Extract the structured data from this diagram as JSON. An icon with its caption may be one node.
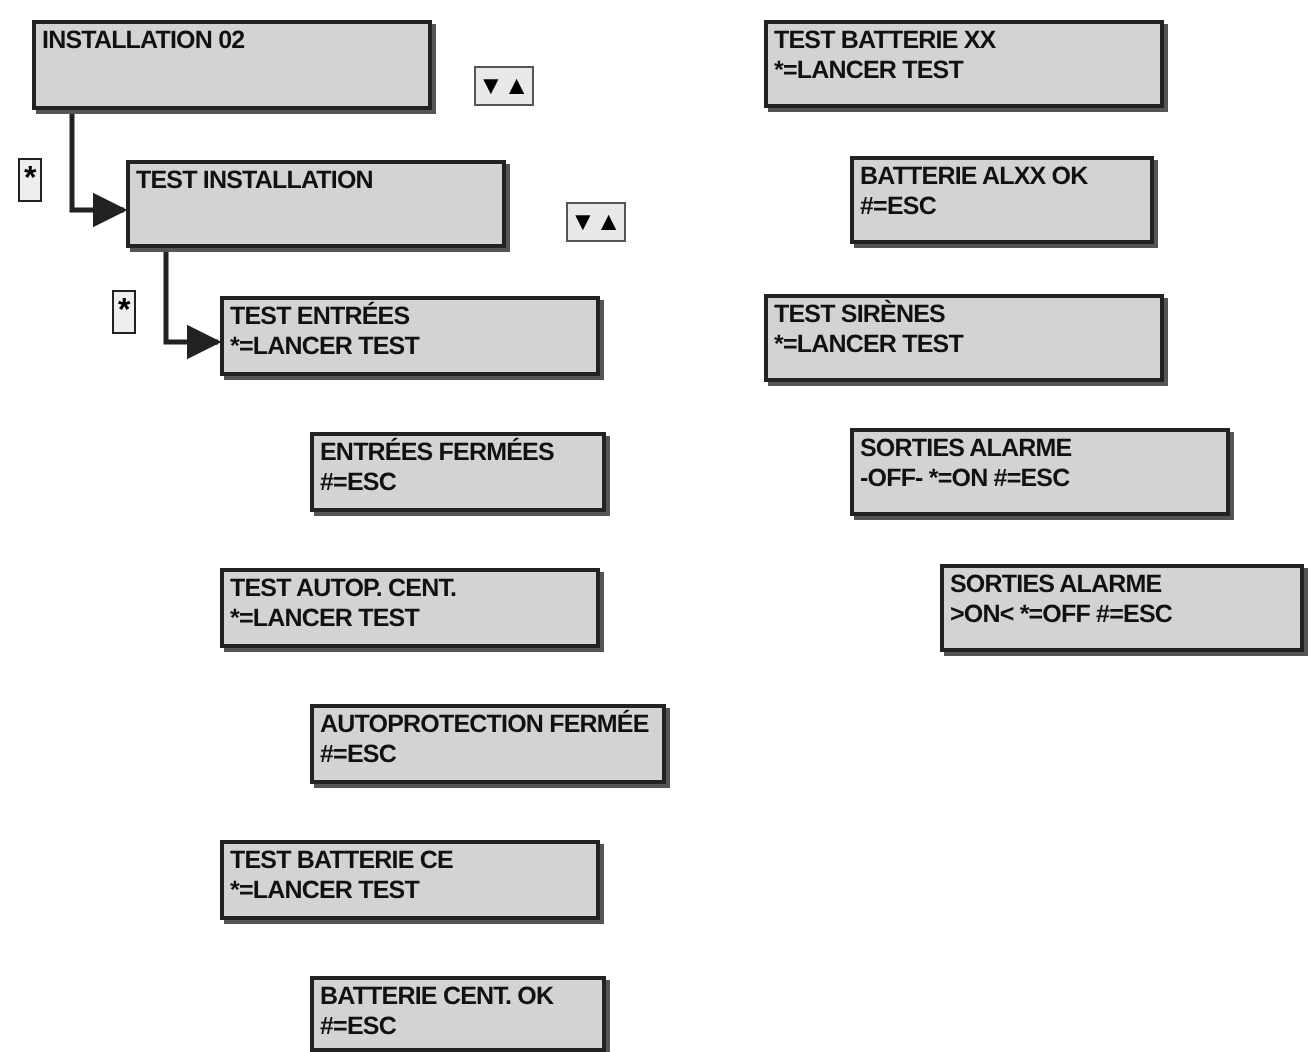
{
  "diagram": {
    "nodes": [
      {
        "text": [
          "INSTALLATION 02"
        ]
      },
      {
        "text": [
          "TEST INSTALLATION"
        ]
      },
      {
        "text": [
          "TEST ENTRÉES",
          "*=LANCER TEST"
        ]
      },
      {
        "text": [
          "ENTRÉES FERMÉES",
          "#=ESC"
        ]
      },
      {
        "text": [
          "TEST AUTOP. CENT.",
          "*=LANCER TEST"
        ]
      },
      {
        "text": [
          "AUTOPROTECTION FERMÉE",
          "#=ESC"
        ]
      },
      {
        "text": [
          "TEST BATTERIE CE",
          "*=LANCER TEST"
        ]
      },
      {
        "text": [
          "BATTERIE CENT. OK",
          "#=ESC"
        ]
      },
      {
        "text": [
          "TEST BATTERIE XX",
          "*=LANCER TEST"
        ]
      },
      {
        "text": [
          "BATTERIE ALXX OK",
          "#=ESC"
        ]
      },
      {
        "text": [
          "TEST SIRÈNES",
          "*=LANCER TEST"
        ]
      },
      {
        "text": [
          "SORTIES ALARME",
          "-OFF- *=ON #=ESC"
        ]
      },
      {
        "text": [
          "SORTIES ALARME",
          ">ON< *=OFF #=ESC"
        ]
      }
    ],
    "edges": [
      {
        "from": 0,
        "to": 1,
        "arrow": "to",
        "label": "*"
      },
      {
        "from": 1,
        "to": 2,
        "arrow": "to",
        "label": "*"
      }
    ],
    "labels": [
      "▼▲",
      "▼▲"
    ]
  }
}
